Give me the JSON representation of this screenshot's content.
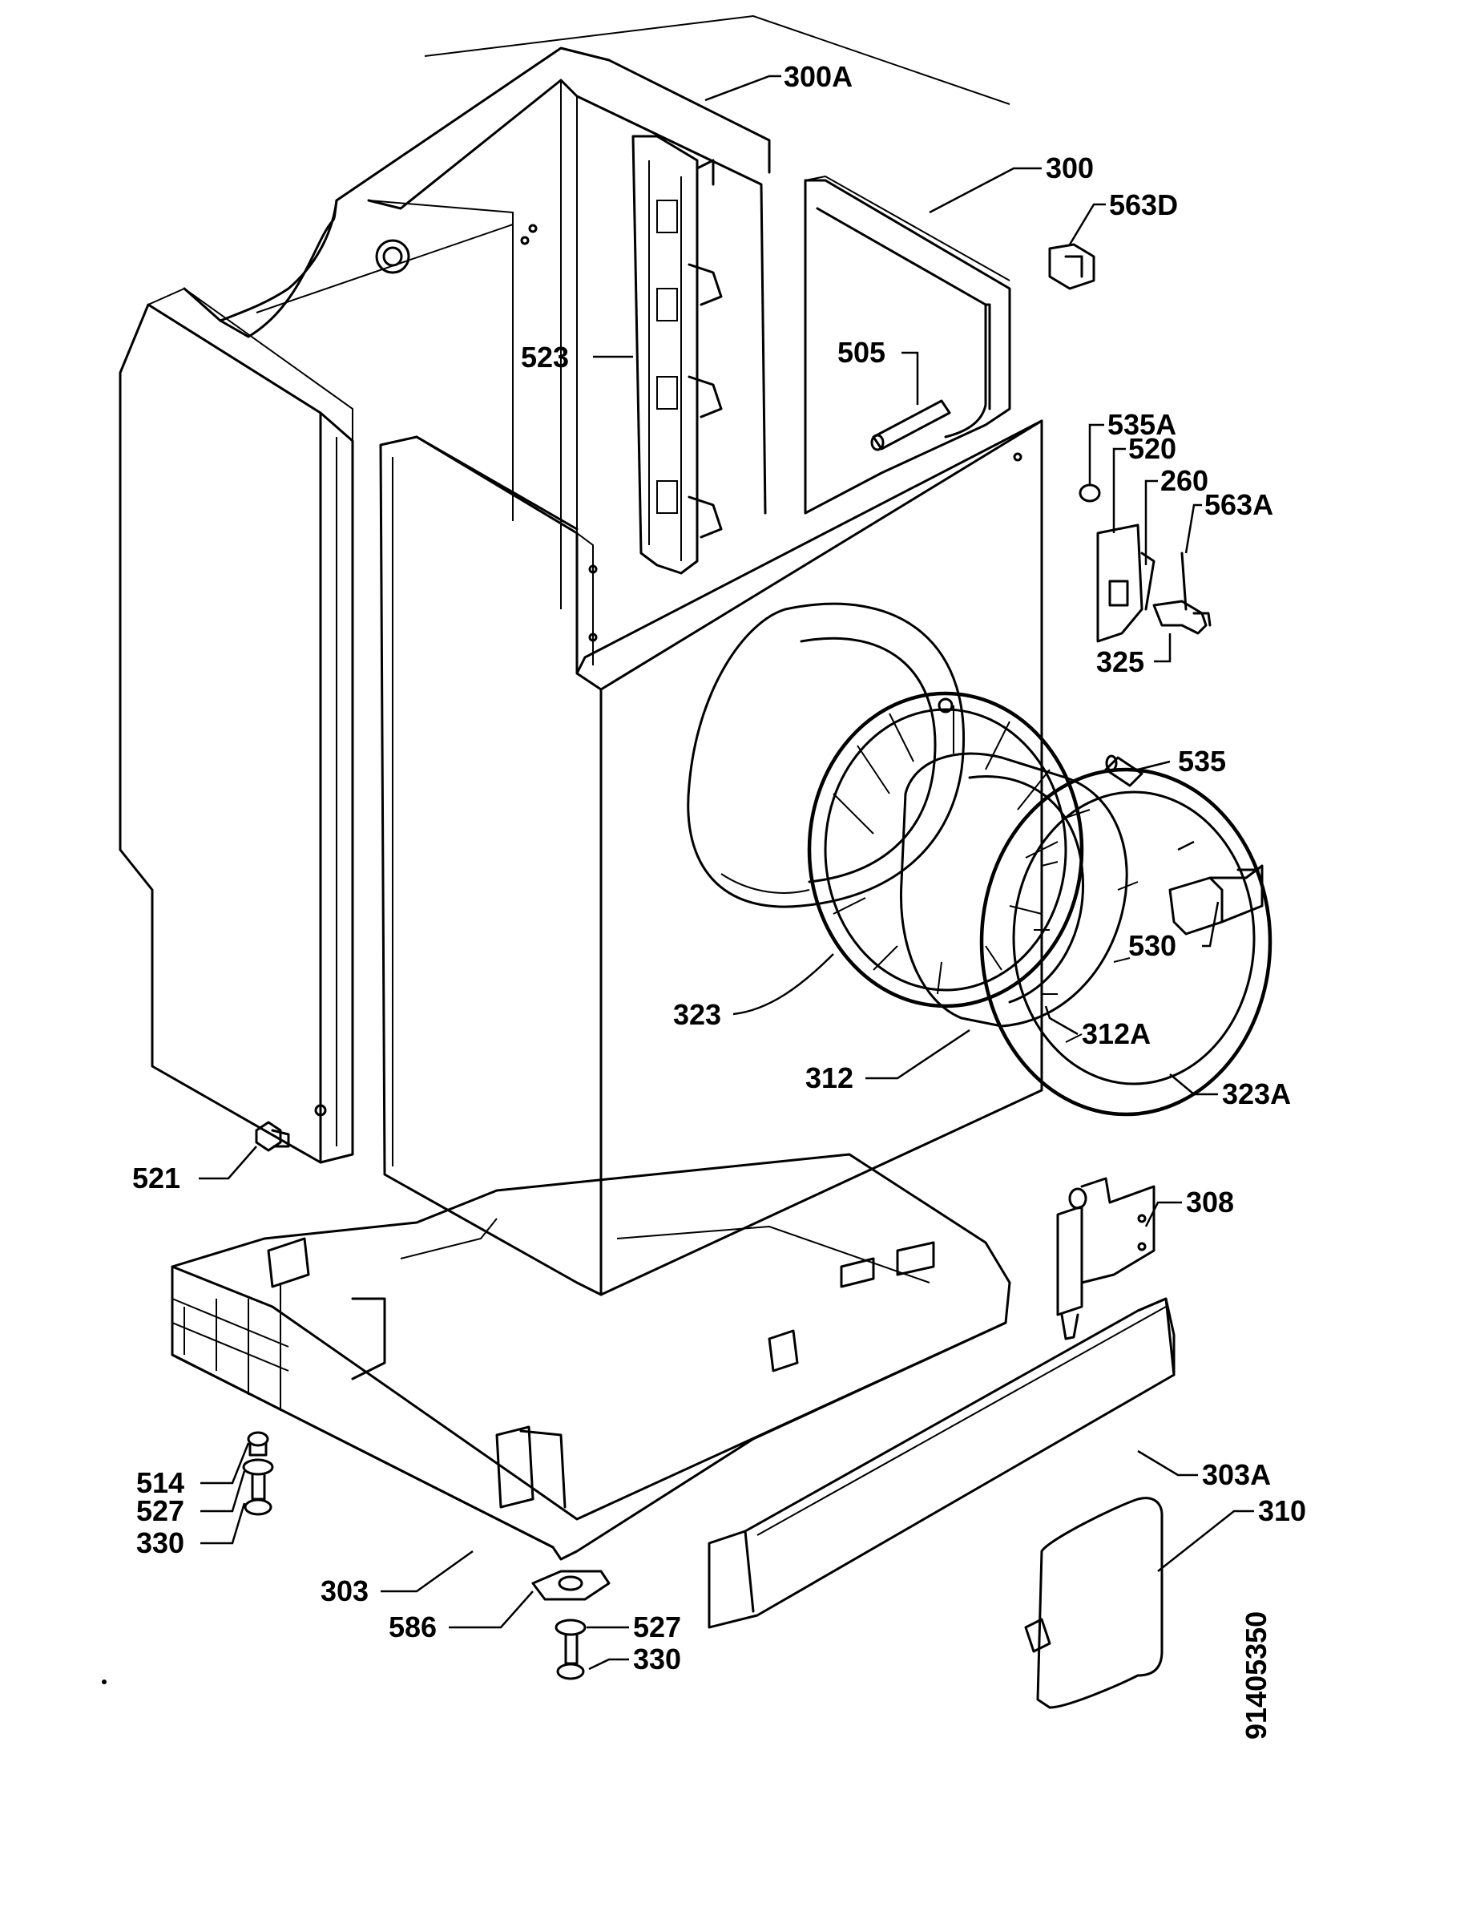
{
  "diagram": {
    "callouts": {
      "c300A": "300A",
      "c300": "300",
      "c563D": "563D",
      "c523": "523",
      "c505": "505",
      "c535A": "535A",
      "c520": "520",
      "c260": "260",
      "c563A": "563A",
      "c325": "325",
      "c535": "535",
      "c530": "530",
      "c323": "323",
      "c312A": "312A",
      "c312": "312",
      "c323A": "323A",
      "c521": "521",
      "c308": "308",
      "c303A": "303A",
      "c310": "310",
      "c514": "514",
      "c527a": "527",
      "c330a": "330",
      "c303": "303",
      "c586": "586",
      "c527b": "527",
      "c330b": "330"
    },
    "drawing_number": "91405350"
  }
}
